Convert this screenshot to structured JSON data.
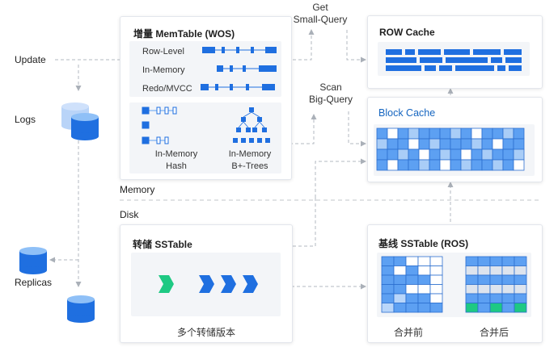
{
  "side_labels": {
    "update": "Update",
    "logs": "Logs",
    "replicas": "Replicas"
  },
  "queries": {
    "get_line1": "Get",
    "get_line2": "Small-Query",
    "scan_line1": "Scan",
    "scan_line2": "Big-Query"
  },
  "memtable": {
    "title": "增量 MemTable (WOS)",
    "rows": [
      "Row-Level",
      "In-Memory",
      "Redo/MVCC"
    ],
    "hash_line1": "In-Memory",
    "hash_line2": "Hash",
    "btree_line1": "In-Memory",
    "btree_line2": "B+-Trees"
  },
  "row_cache": {
    "title": "ROW Cache"
  },
  "block_cache": {
    "title": "Block Cache"
  },
  "separator": {
    "memory": "Memory",
    "disk": "Disk"
  },
  "dump_sstable": {
    "title": "转储 SSTable",
    "caption": "多个转储版本"
  },
  "baseline_sstable": {
    "title": "基线 SSTable (ROS)",
    "before": "合并前",
    "after": "合并后"
  },
  "colors": {
    "accent": "#1f6fe0",
    "accent_light": "#5da0f2",
    "green": "#1ec983",
    "block_title": "#1565c0",
    "arrow": "#b3b8c0",
    "panel_inner": "#f3f5f8"
  }
}
